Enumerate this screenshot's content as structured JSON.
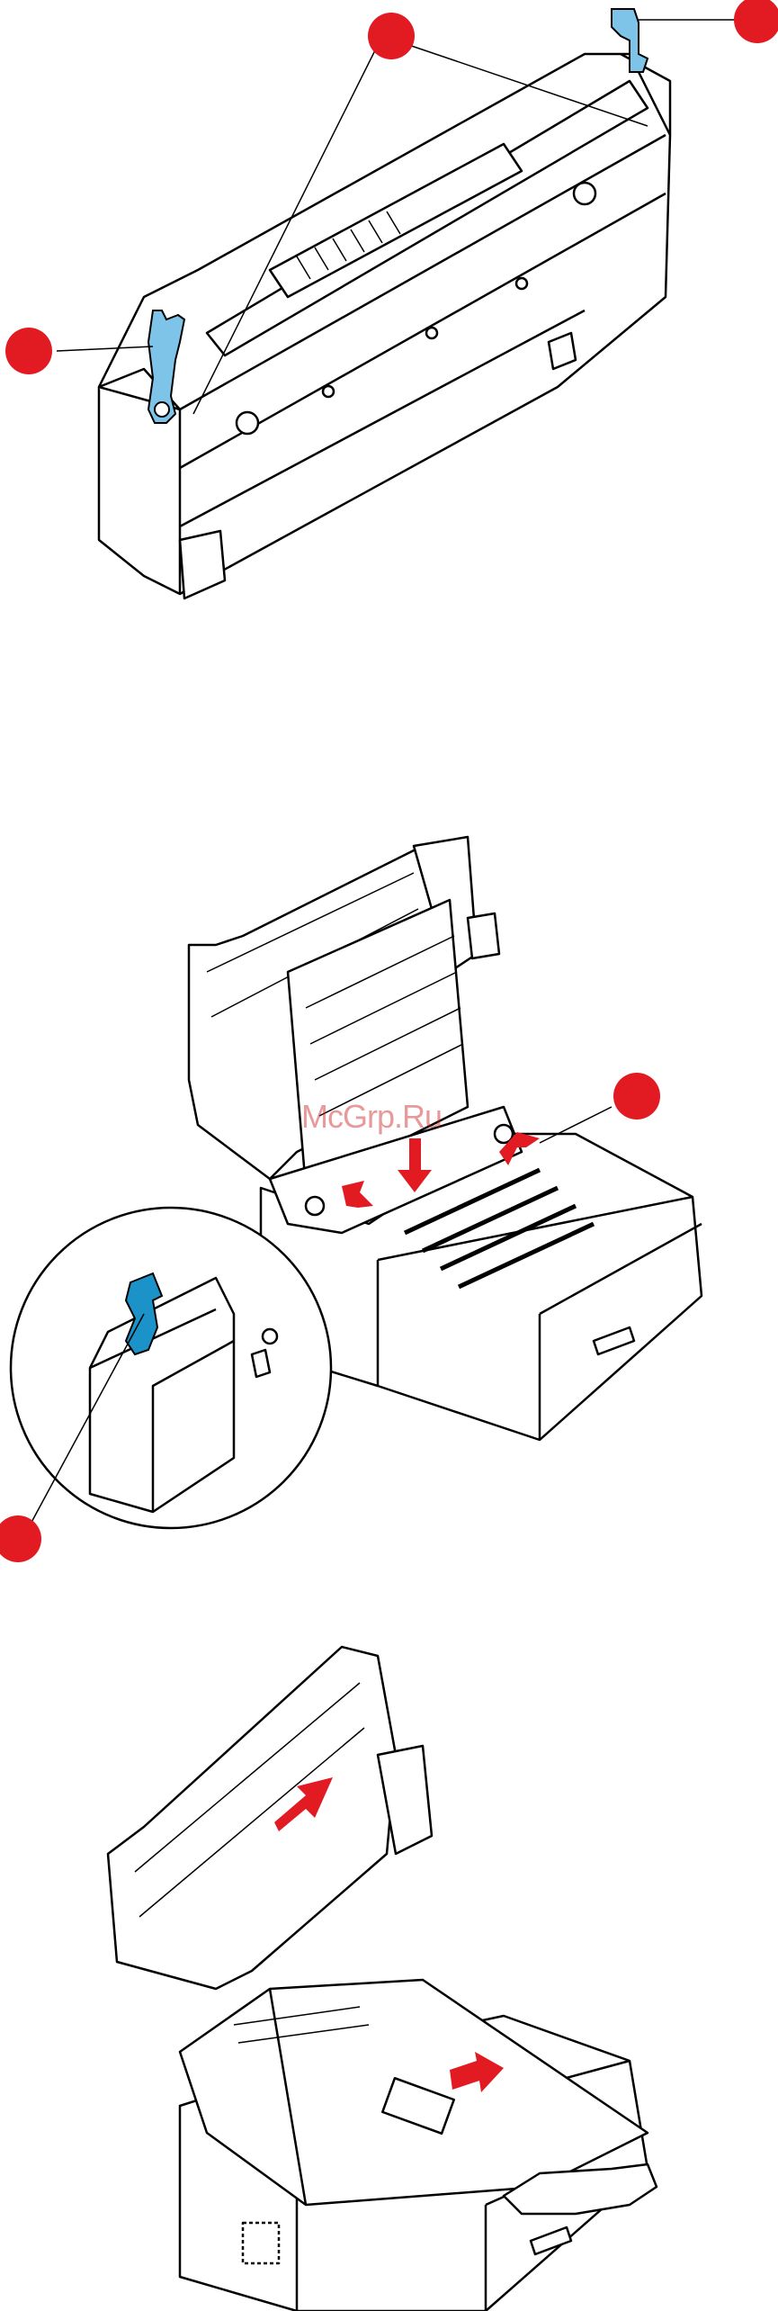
{
  "figures": [
    {
      "id": "fuser-unit",
      "callout_color": "#e21b23",
      "lever_color": "#7ec3e8"
    },
    {
      "id": "insert-fuser",
      "callout_color": "#e21b23",
      "lever_color": "#1b93c9",
      "arrow_color": "#e21b23"
    },
    {
      "id": "close-top-cover",
      "arrow_color": "#e21b23"
    }
  ],
  "watermark": {
    "text": "McGrp.Ru"
  }
}
